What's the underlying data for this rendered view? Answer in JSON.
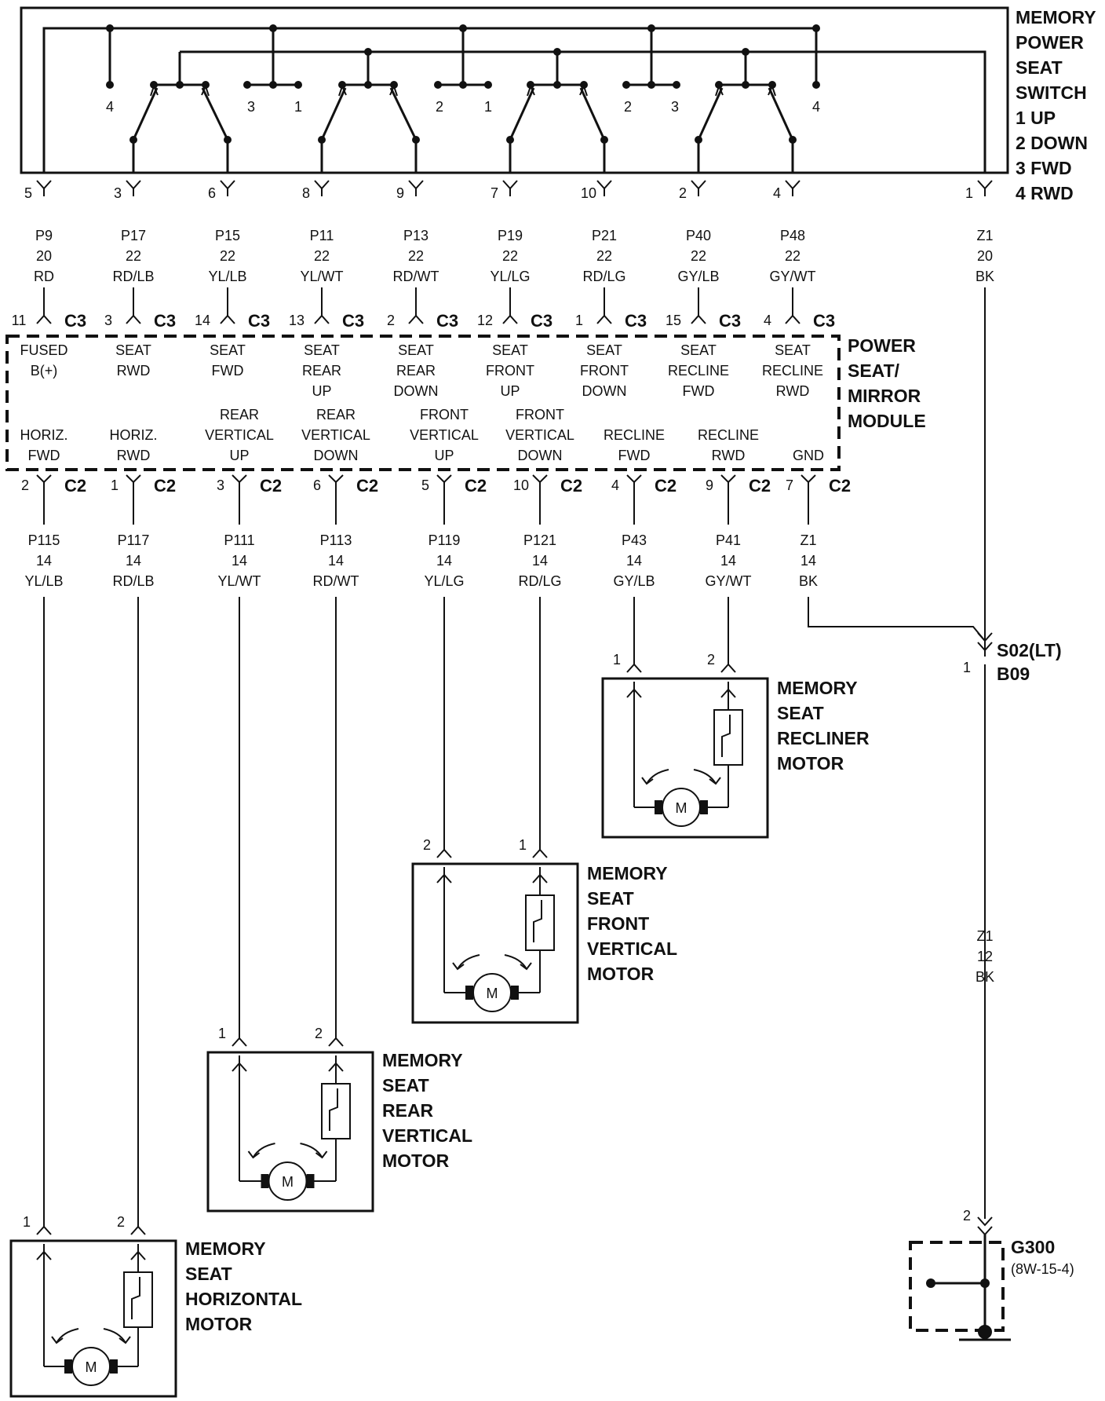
{
  "switch": {
    "label": [
      "MEMORY",
      "POWER",
      "SEAT",
      "SWITCH",
      "1 UP",
      "2 DOWN",
      "3 FWD",
      "4 RWD"
    ],
    "internal_labels": [
      "4",
      "3",
      "1",
      "2",
      "1",
      "2",
      "3",
      "4"
    ],
    "pins": [
      {
        "pin": "5",
        "circuit": "P9",
        "gauge": "20",
        "color": "RD"
      },
      {
        "pin": "3",
        "circuit": "P17",
        "gauge": "22",
        "color": "RD/LB"
      },
      {
        "pin": "6",
        "circuit": "P15",
        "gauge": "22",
        "color": "YL/LB"
      },
      {
        "pin": "8",
        "circuit": "P11",
        "gauge": "22",
        "color": "YL/WT"
      },
      {
        "pin": "9",
        "circuit": "P13",
        "gauge": "22",
        "color": "RD/WT"
      },
      {
        "pin": "7",
        "circuit": "P19",
        "gauge": "22",
        "color": "YL/LG"
      },
      {
        "pin": "10",
        "circuit": "P21",
        "gauge": "22",
        "color": "RD/LG"
      },
      {
        "pin": "2",
        "circuit": "P40",
        "gauge": "22",
        "color": "GY/LB"
      },
      {
        "pin": "4",
        "circuit": "P48",
        "gauge": "22",
        "color": "GY/WT"
      },
      {
        "pin": "1",
        "circuit": "Z1",
        "gauge": "20",
        "color": "BK"
      }
    ]
  },
  "module": {
    "label": [
      "POWER",
      "SEAT/",
      "MIRROR",
      "MODULE"
    ],
    "c3": [
      {
        "pin": "11",
        "conn": "C3",
        "name": [
          "FUSED",
          "B(+)"
        ]
      },
      {
        "pin": "3",
        "conn": "C3",
        "name": [
          "SEAT",
          "RWD"
        ]
      },
      {
        "pin": "14",
        "conn": "C3",
        "name": [
          "SEAT",
          "FWD"
        ]
      },
      {
        "pin": "13",
        "conn": "C3",
        "name": [
          "SEAT",
          "REAR",
          "UP"
        ]
      },
      {
        "pin": "2",
        "conn": "C3",
        "name": [
          "SEAT",
          "REAR",
          "DOWN"
        ]
      },
      {
        "pin": "12",
        "conn": "C3",
        "name": [
          "SEAT",
          "FRONT",
          "UP"
        ]
      },
      {
        "pin": "1",
        "conn": "C3",
        "name": [
          "SEAT",
          "FRONT",
          "DOWN"
        ]
      },
      {
        "pin": "15",
        "conn": "C3",
        "name": [
          "SEAT",
          "RECLINE",
          "FWD"
        ]
      },
      {
        "pin": "4",
        "conn": "C3",
        "name": [
          "SEAT",
          "RECLINE",
          "RWD"
        ]
      }
    ],
    "c2": [
      {
        "pin": "2",
        "conn": "C2",
        "name": [
          "HORIZ.",
          "FWD"
        ],
        "circuit": "P115",
        "gauge": "14",
        "color": "YL/LB"
      },
      {
        "pin": "1",
        "conn": "C2",
        "name": [
          "HORIZ.",
          "RWD"
        ],
        "circuit": "P117",
        "gauge": "14",
        "color": "RD/LB"
      },
      {
        "pin": "3",
        "conn": "C2",
        "name": [
          "REAR",
          "VERTICAL",
          "UP"
        ],
        "circuit": "P111",
        "gauge": "14",
        "color": "YL/WT"
      },
      {
        "pin": "6",
        "conn": "C2",
        "name": [
          "REAR",
          "VERTICAL",
          "DOWN"
        ],
        "circuit": "P113",
        "gauge": "14",
        "color": "RD/WT"
      },
      {
        "pin": "5",
        "conn": "C2",
        "name": [
          "FRONT",
          "VERTICAL",
          "UP"
        ],
        "circuit": "P119",
        "gauge": "14",
        "color": "YL/LG"
      },
      {
        "pin": "10",
        "conn": "C2",
        "name": [
          "FRONT",
          "VERTICAL",
          "DOWN"
        ],
        "circuit": "P121",
        "gauge": "14",
        "color": "RD/LG"
      },
      {
        "pin": "4",
        "conn": "C2",
        "name": [
          "RECLINE",
          "FWD"
        ],
        "circuit": "P43",
        "gauge": "14",
        "color": "GY/LB"
      },
      {
        "pin": "9",
        "conn": "C2",
        "name": [
          "RECLINE",
          "RWD"
        ],
        "circuit": "P41",
        "gauge": "14",
        "color": "GY/WT"
      },
      {
        "pin": "7",
        "conn": "C2",
        "name": [
          "GND"
        ],
        "circuit": "Z1",
        "gauge": "14",
        "color": "BK"
      }
    ]
  },
  "motors": [
    {
      "label": [
        "MEMORY",
        "SEAT",
        "RECLINER",
        "MOTOR"
      ],
      "pins": [
        "1",
        "2"
      ],
      "symbol": "M"
    },
    {
      "label": [
        "MEMORY",
        "SEAT",
        "FRONT",
        "VERTICAL",
        "MOTOR"
      ],
      "pins": [
        "2",
        "1"
      ],
      "symbol": "M"
    },
    {
      "label": [
        "MEMORY",
        "SEAT",
        "REAR",
        "VERTICAL",
        "MOTOR"
      ],
      "pins": [
        "1",
        "2"
      ],
      "symbol": "M"
    },
    {
      "label": [
        "MEMORY",
        "SEAT",
        "HORIZONTAL",
        "MOTOR"
      ],
      "pins": [
        "1",
        "2"
      ],
      "symbol": "M"
    }
  ],
  "splice": {
    "name": "S02(LT)",
    "sub": "B09",
    "pin": "1"
  },
  "ground_wire": {
    "circuit": "Z1",
    "gauge": "12",
    "color": "BK"
  },
  "ground": {
    "name": "G300",
    "ref": "(8W-15-4)",
    "pin": "2"
  }
}
